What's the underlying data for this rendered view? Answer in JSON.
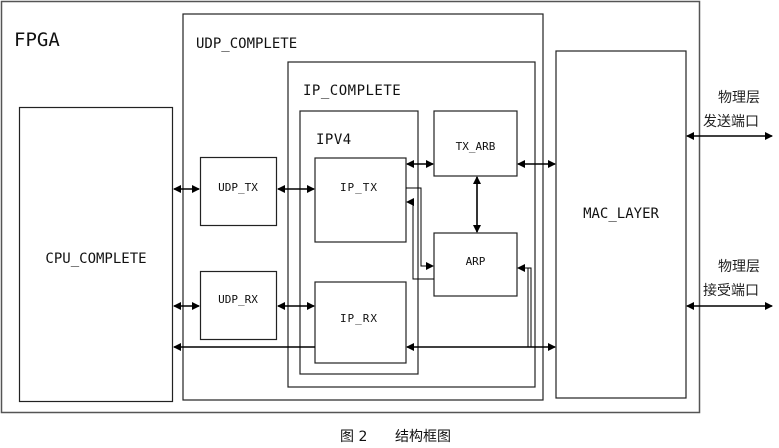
{
  "diagram": {
    "caption": {
      "figure": "图 2",
      "title": "结构框图"
    },
    "containers": {
      "fpga": "FPGA",
      "udp_complete": "UDP_COMPLETE",
      "ip_complete": "IP_COMPLETE",
      "ipv4": "IPV4"
    },
    "blocks": {
      "cpu_complete": "CPU_COMPLETE",
      "udp_tx": "UDP_TX",
      "udp_rx": "UDP_RX",
      "ip_tx": "IP_TX",
      "ip_rx": "IP_RX",
      "tx_arb": "TX_ARB",
      "arp": "ARP",
      "mac_layer": "MAC_LAYER"
    },
    "ports": {
      "tx_line1": "物理层",
      "tx_line2": "发送端口",
      "rx_line1": "物理层",
      "rx_line2": "接受端口"
    },
    "connections": [
      {
        "from": "CPU_COMPLETE",
        "to": "UDP_TX",
        "type": "bidirectional"
      },
      {
        "from": "CPU_COMPLETE",
        "to": "UDP_RX",
        "type": "bidirectional"
      },
      {
        "from": "IP_RX",
        "to": "CPU_COMPLETE",
        "type": "unidirectional"
      },
      {
        "from": "UDP_TX",
        "to": "IP_TX",
        "type": "bidirectional"
      },
      {
        "from": "UDP_RX",
        "to": "IP_RX",
        "type": "bidirectional"
      },
      {
        "from": "IP_TX",
        "to": "TX_ARB",
        "type": "bidirectional"
      },
      {
        "from": "TX_ARB",
        "to": "ARP",
        "type": "bidirectional"
      },
      {
        "from": "TX_ARB",
        "to": "MAC_LAYER",
        "type": "bidirectional"
      },
      {
        "from": "IP_TX",
        "to": "ARP",
        "type": "unidirectional"
      },
      {
        "from": "ARP",
        "to": "IP_TX",
        "type": "unidirectional"
      },
      {
        "from": "IP_RX",
        "to": "MAC_LAYER",
        "type": "bidirectional"
      },
      {
        "from": "MAC_LAYER",
        "to": "ARP",
        "type": "unidirectional"
      },
      {
        "from": "MAC_LAYER",
        "to": "物理层发送端口",
        "type": "bidirectional"
      },
      {
        "from": "MAC_LAYER",
        "to": "物理层接受端口",
        "type": "bidirectional"
      }
    ]
  }
}
